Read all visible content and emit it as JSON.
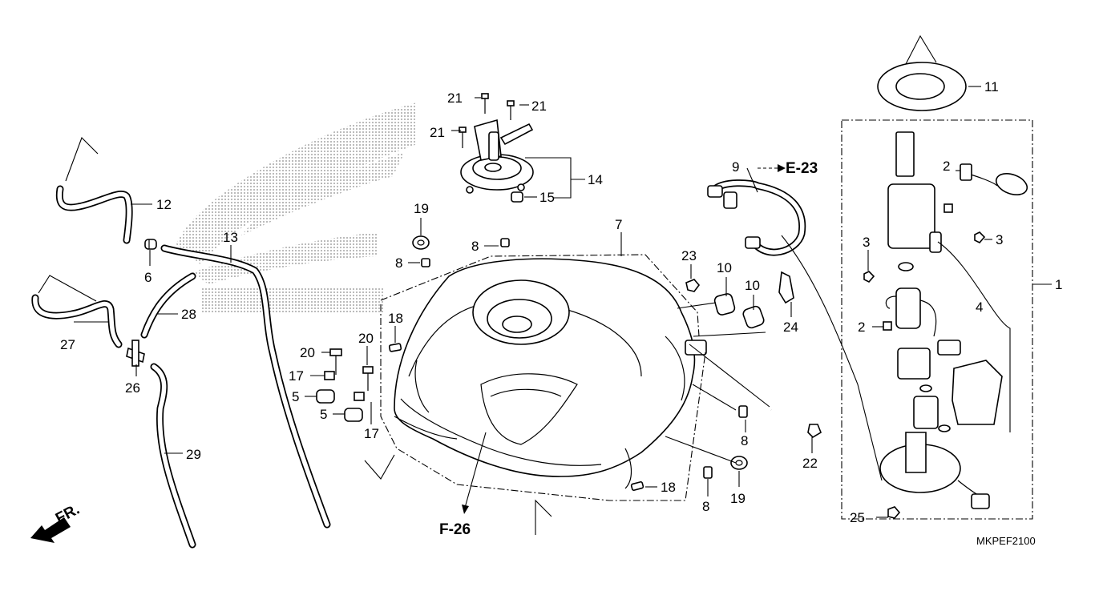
{
  "diagram": {
    "code": "MKPEF2100",
    "direction_label": "FR.",
    "refs": {
      "e23": "E-23",
      "f26": "F-26"
    },
    "callouts": {
      "c1": "1",
      "c2a": "2",
      "c2b": "2",
      "c3a": "3",
      "c3b": "3",
      "c4": "4",
      "c5a": "5",
      "c5b": "5",
      "c6": "6",
      "c7": "7",
      "c8a": "8",
      "c8b": "8",
      "c8c": "8",
      "c8d": "8",
      "c9": "9",
      "c10a": "10",
      "c10b": "10",
      "c11": "11",
      "c12": "12",
      "c13": "13",
      "c14": "14",
      "c15": "15",
      "c17a": "17",
      "c17b": "17",
      "c18a": "18",
      "c18b": "18",
      "c19a": "19",
      "c19b": "19",
      "c20a": "20",
      "c20b": "20",
      "c21a": "21",
      "c21b": "21",
      "c21c": "21",
      "c22": "22",
      "c23": "23",
      "c24": "24",
      "c25": "25",
      "c26": "26",
      "c27": "27",
      "c28": "28",
      "c29": "29"
    },
    "colors": {
      "line": "#000000",
      "background": "#ffffff",
      "logo_stipple": "#8a8a8a"
    },
    "icons": [
      "front-direction-arrow-icon",
      "honda-wing-logo"
    ]
  }
}
